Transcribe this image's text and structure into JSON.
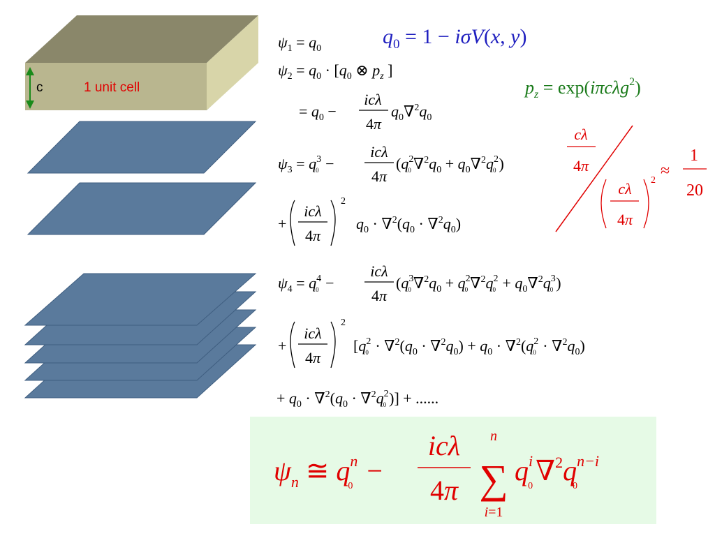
{
  "left": {
    "dimension_label": "c",
    "unit_cell_label": "1 unit cell",
    "colors": {
      "box_top": "#8a876a",
      "box_front": "#b9b68f",
      "box_side": "#d8d5a9",
      "slab": "#5a7a9c",
      "slab_edge": "#3f5e80"
    }
  },
  "equations": {
    "psi1": "ψ₁ = q₀",
    "q0_def": "q₀ = 1 − iσV(x, y)",
    "psi2": "ψ₂ = q₀ · [q₀ ⊗ p_z]",
    "psi2_line2": "= q₀ − (icλ/4π) q₀∇²q₀",
    "pz_def": "p_z = exp(iπcλg²)",
    "psi3": "ψ₃ = q₀³ − (icλ/4π)(q₀²∇²q₀ + q₀∇²q₀²)",
    "psi3_line2": "+ (icλ/4π)² q₀ · ∇²(q₀ · ∇²q₀)",
    "ratio_note": "(cλ/4π) / (cλ/4π)² ≈ 1/20",
    "psi4": "ψ₄ = q₀⁴ − (icλ/4π)(q₀³∇²q₀ + q₀²∇²q₀² + q₀∇²q₀³)",
    "psi4_line2": "+ (icλ/4π)² [q₀² · ∇²(q₀ · ∇²q₀) + q₀ · ∇²(q₀² · ∇²q₀)",
    "psi4_line3": "+ q₀ · ∇²(q₀ · ∇²q₀²)] + ......",
    "psin": "ψₙ ≅ q₀ⁿ − (icλ/4π) Σᵢ₌₁ⁿ q₀ⁱ ∇² q₀ⁿ⁻ⁱ"
  },
  "colors": {
    "q0_def": "#1f1fbf",
    "pz_def": "#1a7a1a",
    "ratio": "#e00000",
    "result_text": "#e00000",
    "result_box": "#e6fae6"
  }
}
